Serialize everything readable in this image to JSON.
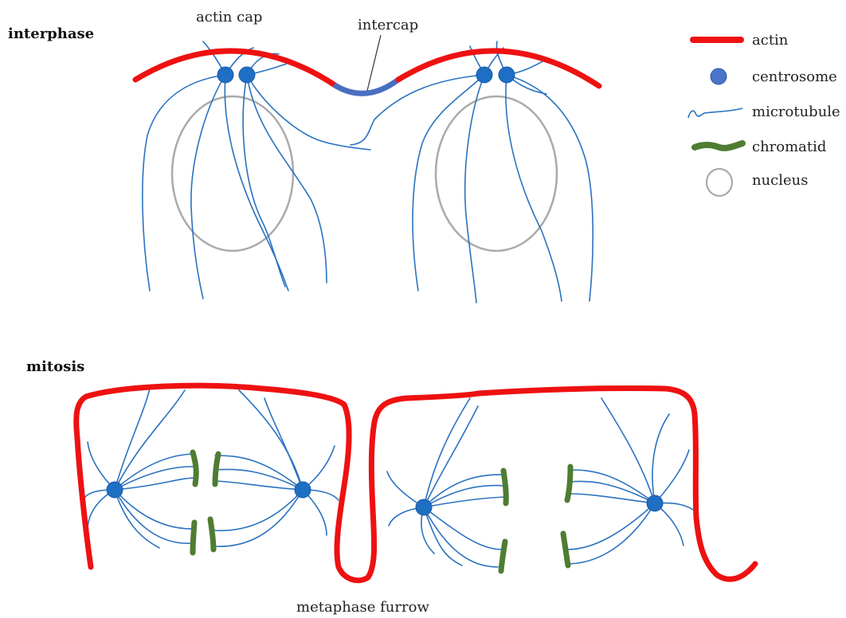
{
  "sections": {
    "interphase": "interphase",
    "mitosis": "mitosis"
  },
  "annotations": {
    "actin_cap": "actin cap",
    "intercap": "intercap",
    "metaphase_furrow": "metaphase furrow"
  },
  "legend": [
    {
      "label": "actin",
      "icon": "actin-line-icon",
      "color": "#ee1111"
    },
    {
      "label": "centrosome",
      "icon": "centrosome-dot-icon",
      "color": "#1e6fc4"
    },
    {
      "label": "microtubule",
      "icon": "microtubule-line-icon",
      "color": "#2a72c0"
    },
    {
      "label": "chromatid",
      "icon": "chromatid-bar-icon",
      "color": "#4e7d32"
    },
    {
      "label": "nucleus",
      "icon": "nucleus-ellipse-icon",
      "color": "#aaaaaa"
    }
  ],
  "colors": {
    "actin": "#ee1111",
    "intercap": "#4a6ec0",
    "centrosome": "#1e6fc4",
    "microtubule": "#2a72c0",
    "chromatid": "#4e7d32",
    "nucleus": "#aaaaaa"
  }
}
